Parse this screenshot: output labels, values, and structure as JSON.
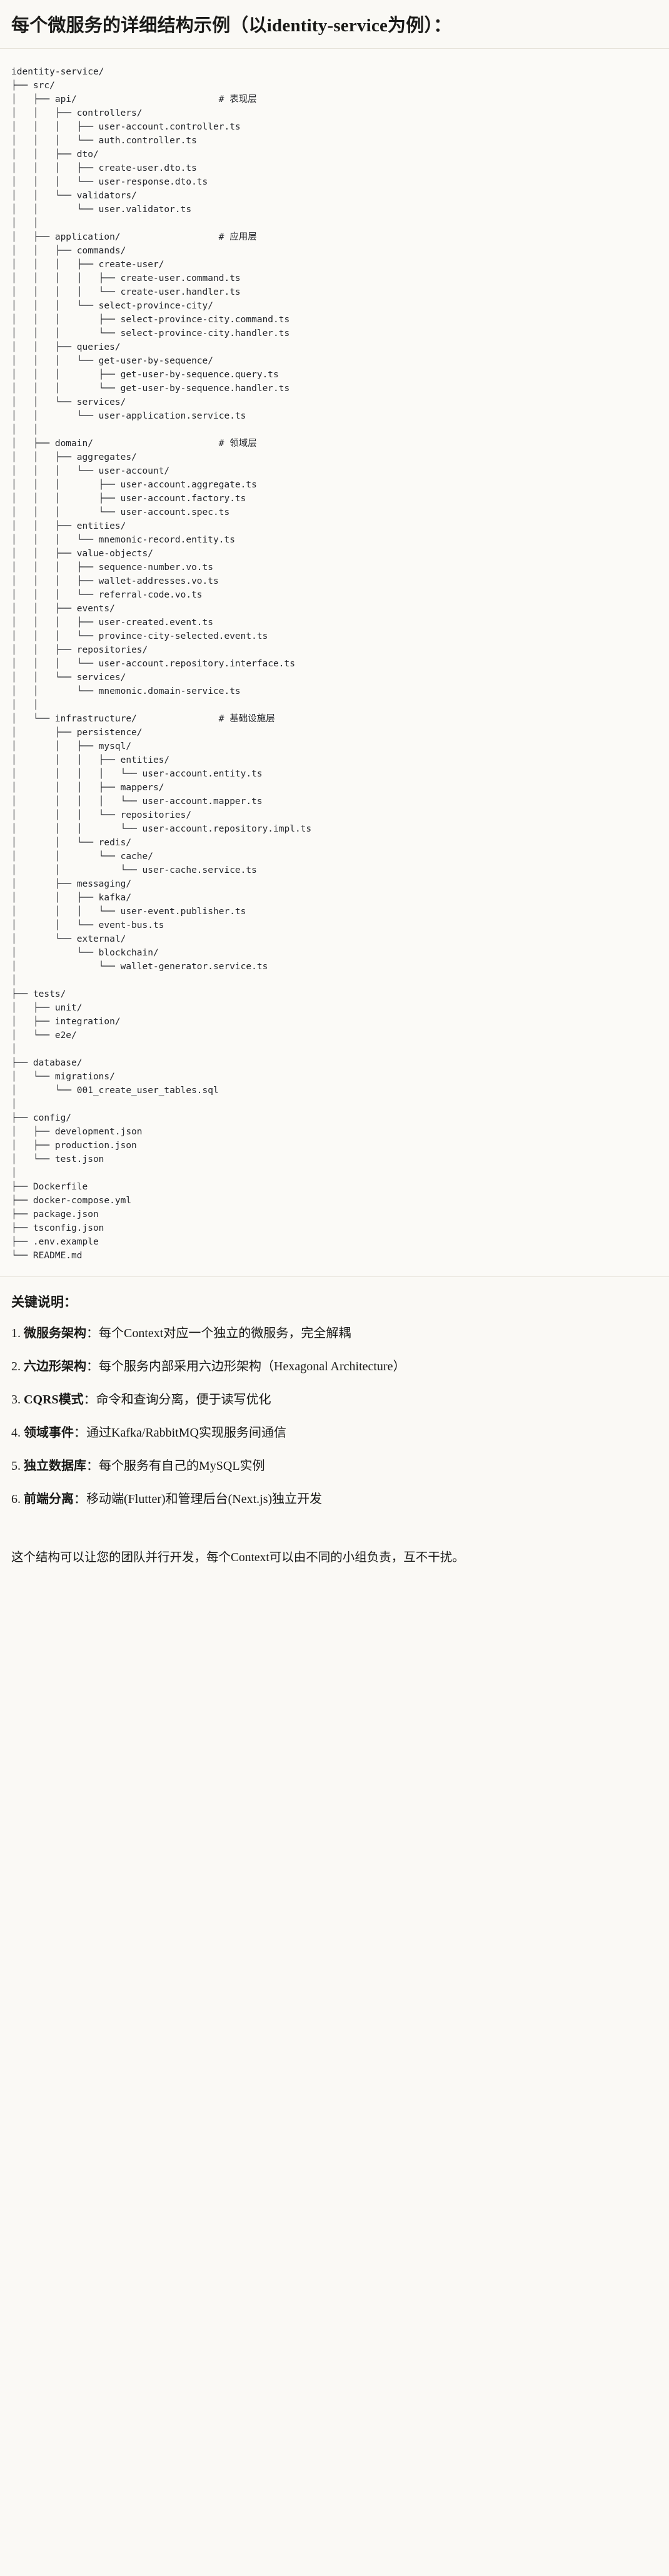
{
  "header": {
    "title": "每个微服务的详细结构示例（以identity-service为例）："
  },
  "code_block": {
    "language": "text",
    "tree": "identity-service/\n├── src/\n│   ├── api/                          # 表现层\n│   │   ├── controllers/\n│   │   │   ├── user-account.controller.ts\n│   │   │   └── auth.controller.ts\n│   │   ├── dto/\n│   │   │   ├── create-user.dto.ts\n│   │   │   └── user-response.dto.ts\n│   │   └── validators/\n│   │       └── user.validator.ts\n│   │\n│   ├── application/                  # 应用层\n│   │   ├── commands/\n│   │   │   ├── create-user/\n│   │   │   │   ├── create-user.command.ts\n│   │   │   │   └── create-user.handler.ts\n│   │   │   └── select-province-city/\n│   │   │       ├── select-province-city.command.ts\n│   │   │       └── select-province-city.handler.ts\n│   │   ├── queries/\n│   │   │   └── get-user-by-sequence/\n│   │   │       ├── get-user-by-sequence.query.ts\n│   │   │       └── get-user-by-sequence.handler.ts\n│   │   └── services/\n│   │       └── user-application.service.ts\n│   │\n│   ├── domain/                       # 领域层\n│   │   ├── aggregates/\n│   │   │   └── user-account/\n│   │   │       ├── user-account.aggregate.ts\n│   │   │       ├── user-account.factory.ts\n│   │   │       └── user-account.spec.ts\n│   │   ├── entities/\n│   │   │   └── mnemonic-record.entity.ts\n│   │   ├── value-objects/\n│   │   │   ├── sequence-number.vo.ts\n│   │   │   ├── wallet-addresses.vo.ts\n│   │   │   └── referral-code.vo.ts\n│   │   ├── events/\n│   │   │   ├── user-created.event.ts\n│   │   │   └── province-city-selected.event.ts\n│   │   ├── repositories/\n│   │   │   └── user-account.repository.interface.ts\n│   │   └── services/\n│   │       └── mnemonic.domain-service.ts\n│   │\n│   └── infrastructure/               # 基础设施层\n│       ├── persistence/\n│       │   ├── mysql/\n│       │   │   ├── entities/\n│       │   │   │   └── user-account.entity.ts\n│       │   │   ├── mappers/\n│       │   │   │   └── user-account.mapper.ts\n│       │   │   └── repositories/\n│       │   │       └── user-account.repository.impl.ts\n│       │   └── redis/\n│       │       └── cache/\n│       │           └── user-cache.service.ts\n│       ├── messaging/\n│       │   ├── kafka/\n│       │   │   └── user-event.publisher.ts\n│       │   └── event-bus.ts\n│       └── external/\n│           └── blockchain/\n│               └── wallet-generator.service.ts\n│\n├── tests/\n│   ├── unit/\n│   ├── integration/\n│   └── e2e/\n│\n├── database/\n│   └── migrations/\n│       └── 001_create_user_tables.sql\n│\n├── config/\n│   ├── development.json\n│   ├── production.json\n│   └── test.json\n│\n├── Dockerfile\n├── docker-compose.yml\n├── package.json\n├── tsconfig.json\n├── .env.example\n└── README.md"
  },
  "notes": {
    "heading": "关键说明：",
    "items": [
      {
        "num": "1.",
        "term": "微服务架构",
        "sep": "：",
        "desc": "每个Context对应一个独立的微服务，完全解耦"
      },
      {
        "num": "2.",
        "term": "六边形架构",
        "sep": "：",
        "desc": "每个服务内部采用六边形架构（Hexagonal Architecture）"
      },
      {
        "num": "3.",
        "term": "CQRS模式",
        "sep": "：",
        "desc": "命令和查询分离，便于读写优化"
      },
      {
        "num": "4.",
        "term": "领域事件",
        "sep": "：",
        "desc": "通过Kafka/RabbitMQ实现服务间通信"
      },
      {
        "num": "5.",
        "term": "独立数据库",
        "sep": "：",
        "desc": "每个服务有自己的MySQL实例"
      },
      {
        "num": "6.",
        "term": "前端分离",
        "sep": "：",
        "desc": "移动端(Flutter)和管理后台(Next.js)独立开发"
      }
    ],
    "closing": "这个结构可以让您的团队并行开发，每个Context可以由不同的小组负责，互不干扰。"
  },
  "colors": {
    "page_background": "#faf9f5",
    "code_background": "#fbfaf7",
    "text": "#1a1a18",
    "code_text": "#24262b",
    "divider": "#e6e3da"
  }
}
